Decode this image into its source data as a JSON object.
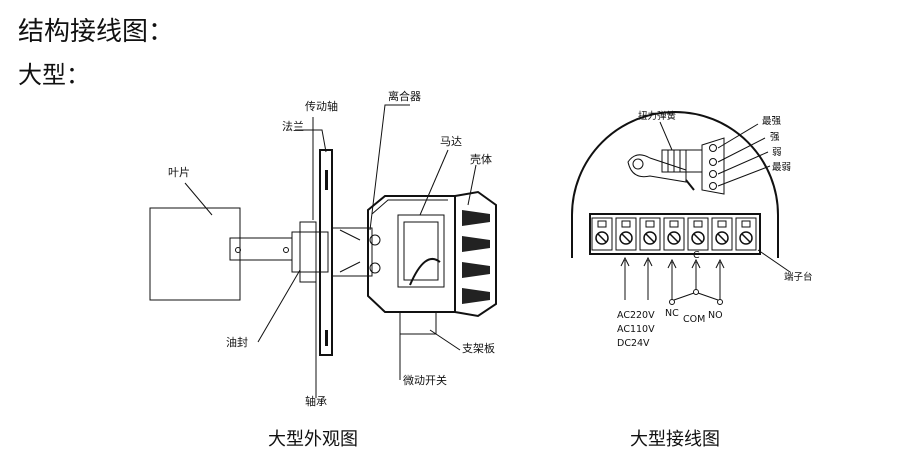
{
  "header": {
    "title": "结构接线图：",
    "subtitle": "大型："
  },
  "exterior_view": {
    "caption": "大型外观图",
    "labels": {
      "blade": "叶片",
      "flange": "法兰",
      "drive_shaft": "传动轴",
      "clutch": "离合器",
      "motor": "马达",
      "housing": "壳体",
      "oil_seal": "油封",
      "bearing": "轴承",
      "micro_switch": "微动开关",
      "bracket_plate": "支架板"
    }
  },
  "wiring_view": {
    "caption": "大型接线图",
    "labels": {
      "torsion_spring": "扭力弹簧",
      "strongest": "最强",
      "strong": "强",
      "weak": "弱",
      "weakest": "最弱",
      "terminal_block": "端子台",
      "nc": "NC",
      "com": "COM",
      "no": "NO",
      "c": "C"
    },
    "power_options": [
      "AC220V",
      "AC110V",
      "DC24V"
    ]
  }
}
